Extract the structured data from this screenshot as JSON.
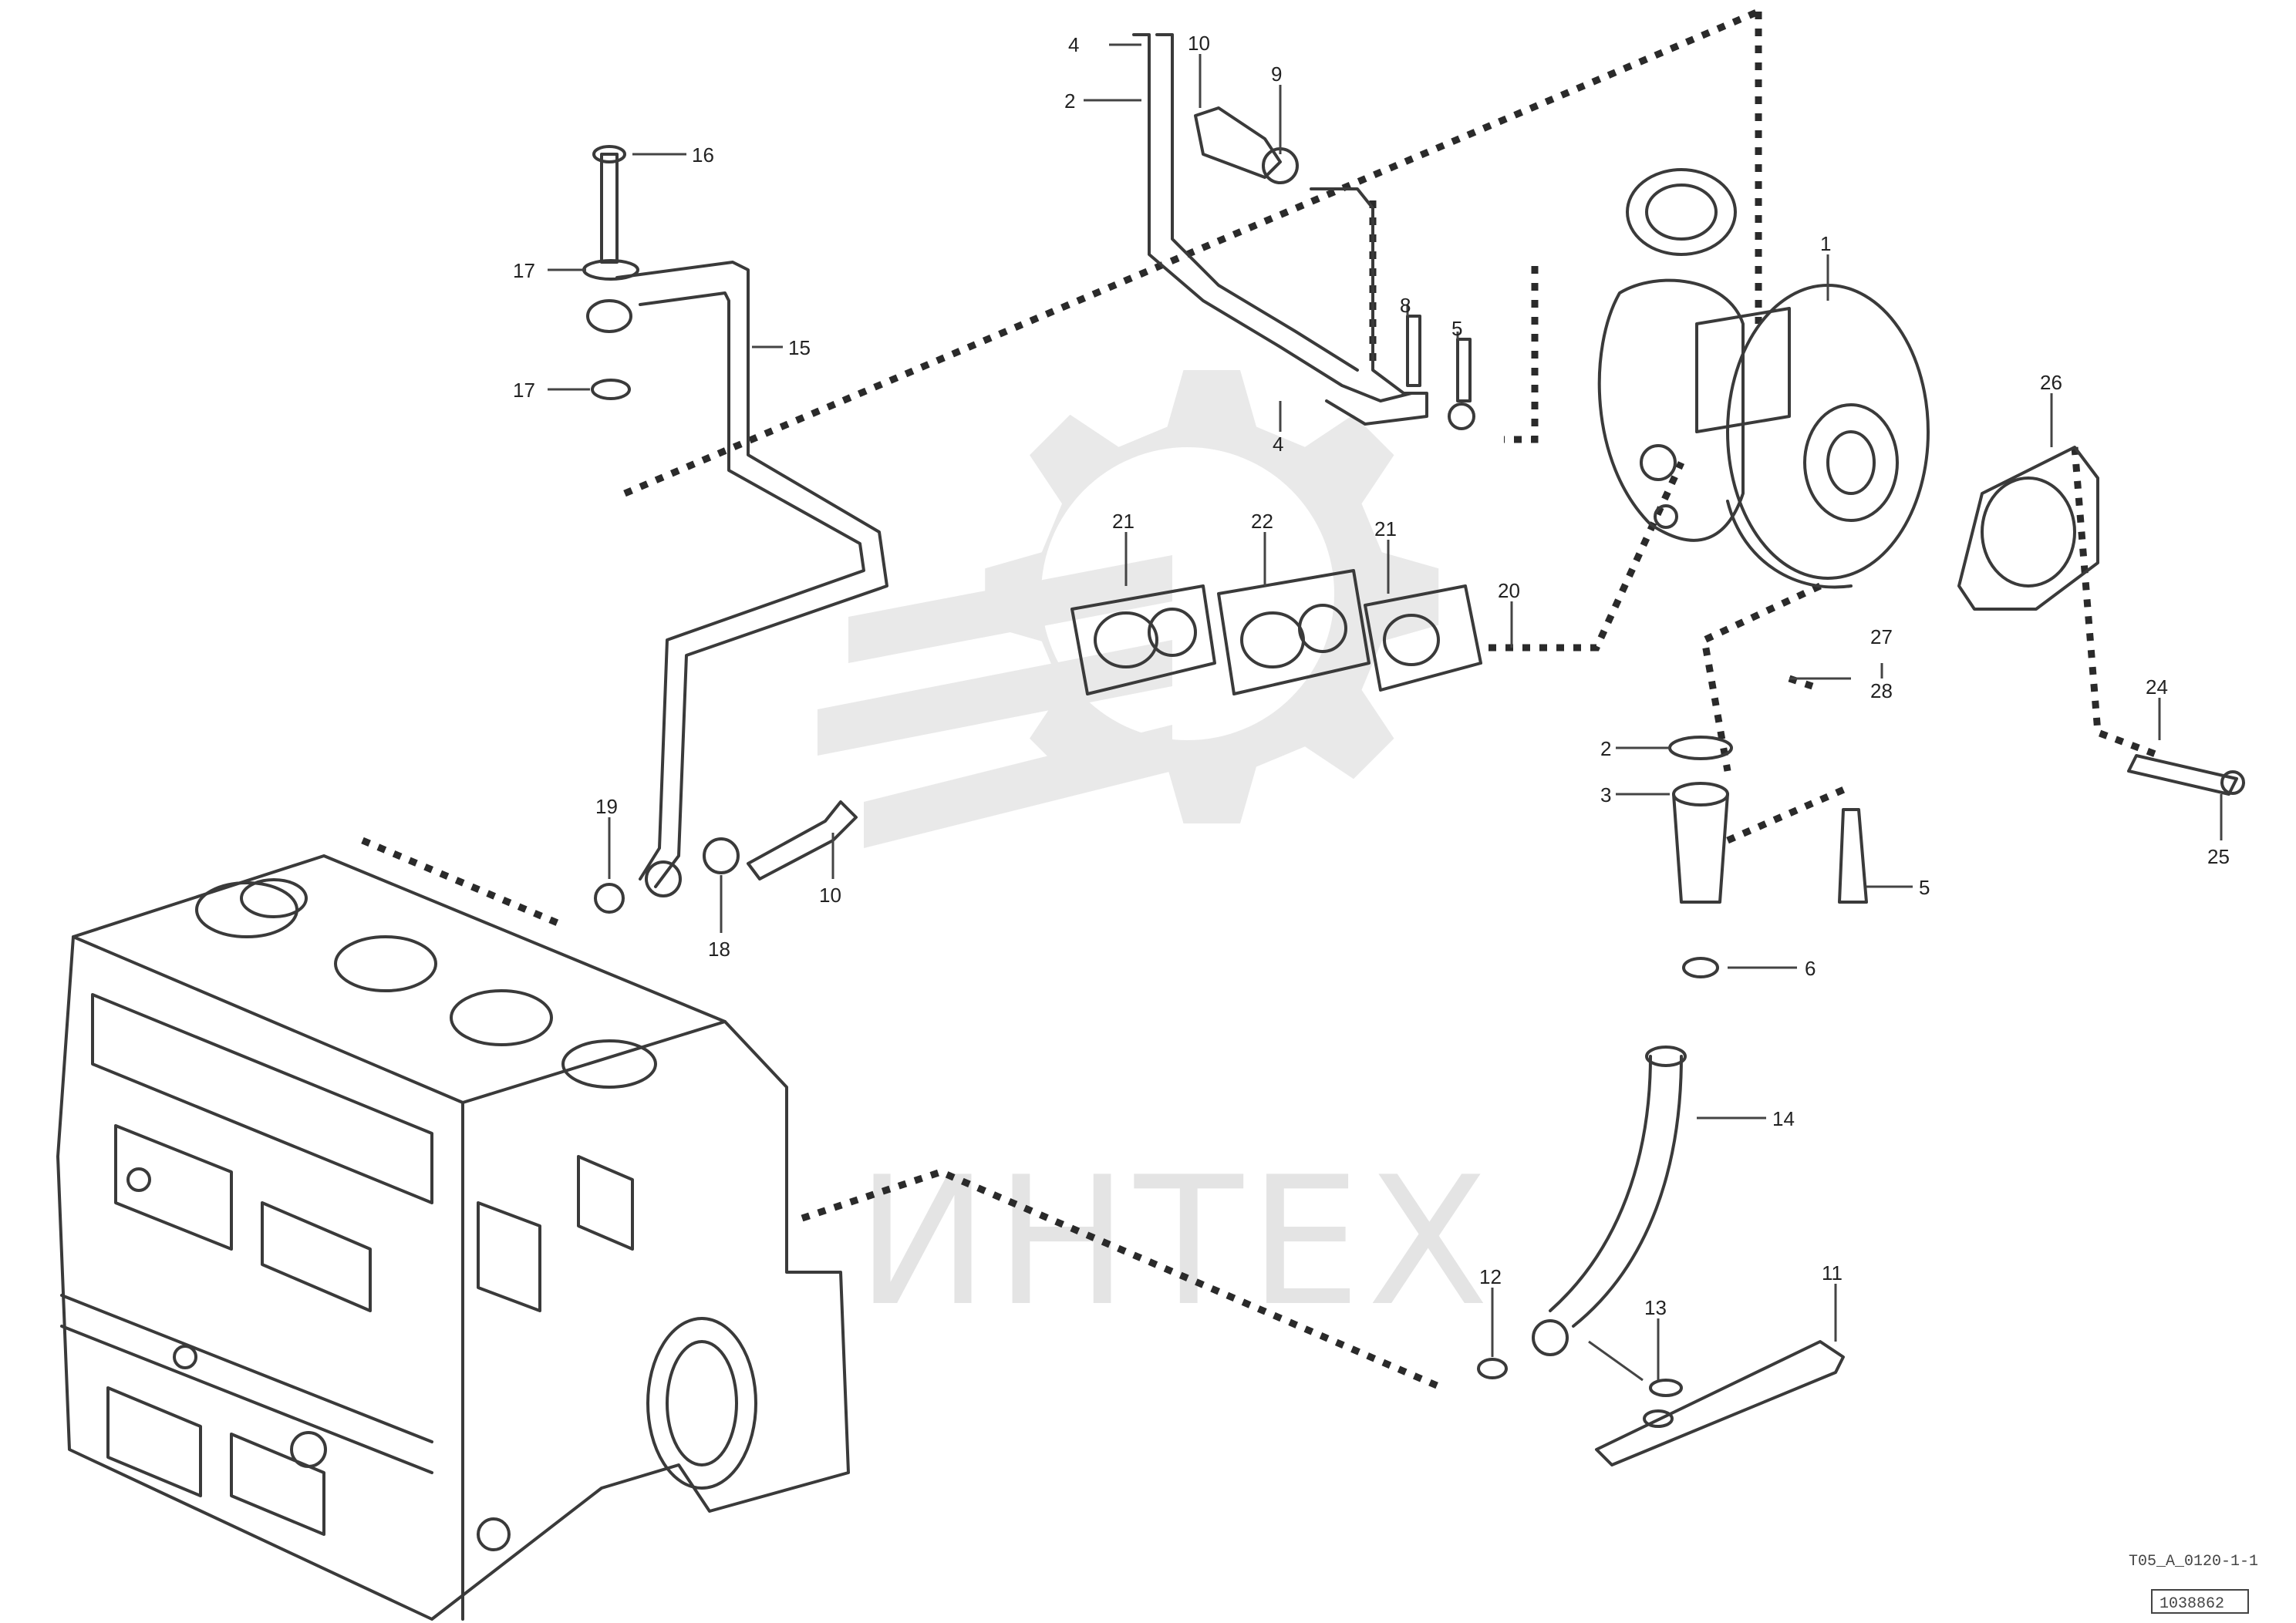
{
  "watermark": {
    "text": "ИНТЕХ"
  },
  "callouts": [
    {
      "id": "c-4a",
      "label": "4"
    },
    {
      "id": "c-10a",
      "label": "10"
    },
    {
      "id": "c-9a",
      "label": "9"
    },
    {
      "id": "c-2a",
      "label": "2"
    },
    {
      "id": "c-16",
      "label": "16"
    },
    {
      "id": "c-17a",
      "label": "17"
    },
    {
      "id": "c-17b",
      "label": "17"
    },
    {
      "id": "c-15",
      "label": "15"
    },
    {
      "id": "c-1",
      "label": "1"
    },
    {
      "id": "c-8a",
      "label": "8"
    },
    {
      "id": "c-5a",
      "label": "5"
    },
    {
      "id": "c-4b",
      "label": "4"
    },
    {
      "id": "c-26",
      "label": "26"
    },
    {
      "id": "c-21a",
      "label": "21"
    },
    {
      "id": "c-22",
      "label": "22"
    },
    {
      "id": "c-21b",
      "label": "21"
    },
    {
      "id": "c-20",
      "label": "20"
    },
    {
      "id": "c-27",
      "label": "27"
    },
    {
      "id": "c-28",
      "label": "28"
    },
    {
      "id": "c-24",
      "label": "24"
    },
    {
      "id": "c-2b",
      "label": "2"
    },
    {
      "id": "c-3",
      "label": "3"
    },
    {
      "id": "c-25",
      "label": "25"
    },
    {
      "id": "c-6",
      "label": "6"
    },
    {
      "id": "c-19",
      "label": "19"
    },
    {
      "id": "c-18",
      "label": "18"
    },
    {
      "id": "c-10b",
      "label": "10"
    },
    {
      "id": "c-5b",
      "label": "5"
    },
    {
      "id": "c-11",
      "label": "11"
    },
    {
      "id": "c-12",
      "label": "12"
    },
    {
      "id": "c-13",
      "label": "13"
    },
    {
      "id": "c-14",
      "label": "14"
    }
  ],
  "stamp": {
    "line1": "T05_A_0120-1-1",
    "line2": "",
    "code": "1038862"
  }
}
